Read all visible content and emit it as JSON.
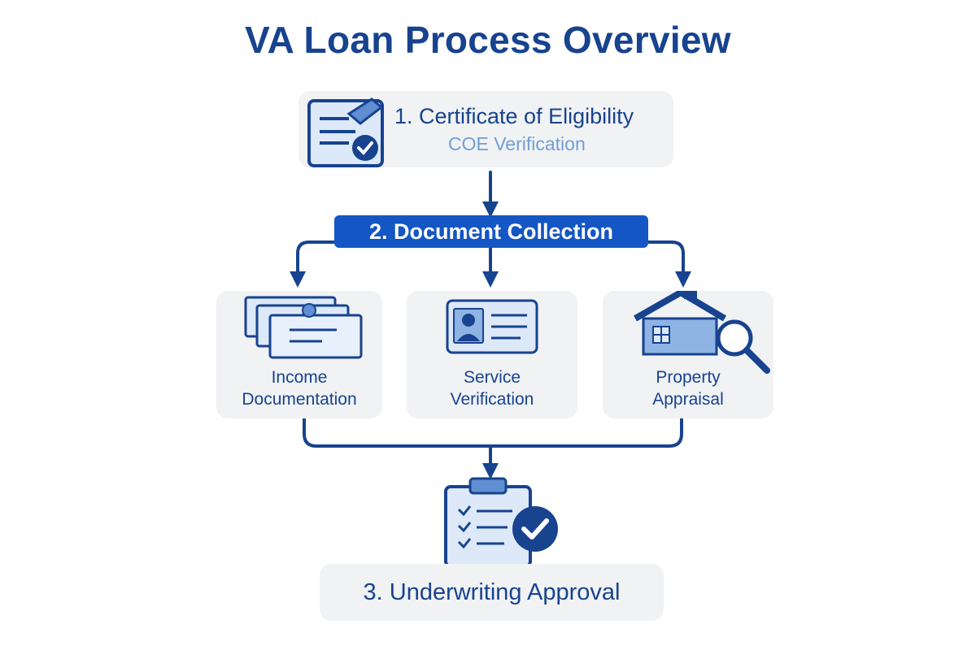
{
  "title": "VA Loan Process Overview",
  "step1": {
    "label": "1. Certificate of Eligibility",
    "sublabel": "COE Verification"
  },
  "step2": {
    "label": "2. Document Collection"
  },
  "documents": [
    {
      "line1": "Income",
      "line2": "Documentation",
      "icon": "stacked-documents-icon"
    },
    {
      "line1": "Service",
      "line2": "Verification",
      "icon": "id-card-icon"
    },
    {
      "line1": "Property",
      "line2": "Appraisal",
      "icon": "house-magnifier-icon"
    }
  ],
  "step3": {
    "label": "3. Underwriting Approval",
    "icon": "clipboard-checklist-icon"
  },
  "colors": {
    "primary": "#17438f",
    "accent": "#1456c3",
    "light": "#6f9fd8",
    "box": "#f1f2f4"
  }
}
